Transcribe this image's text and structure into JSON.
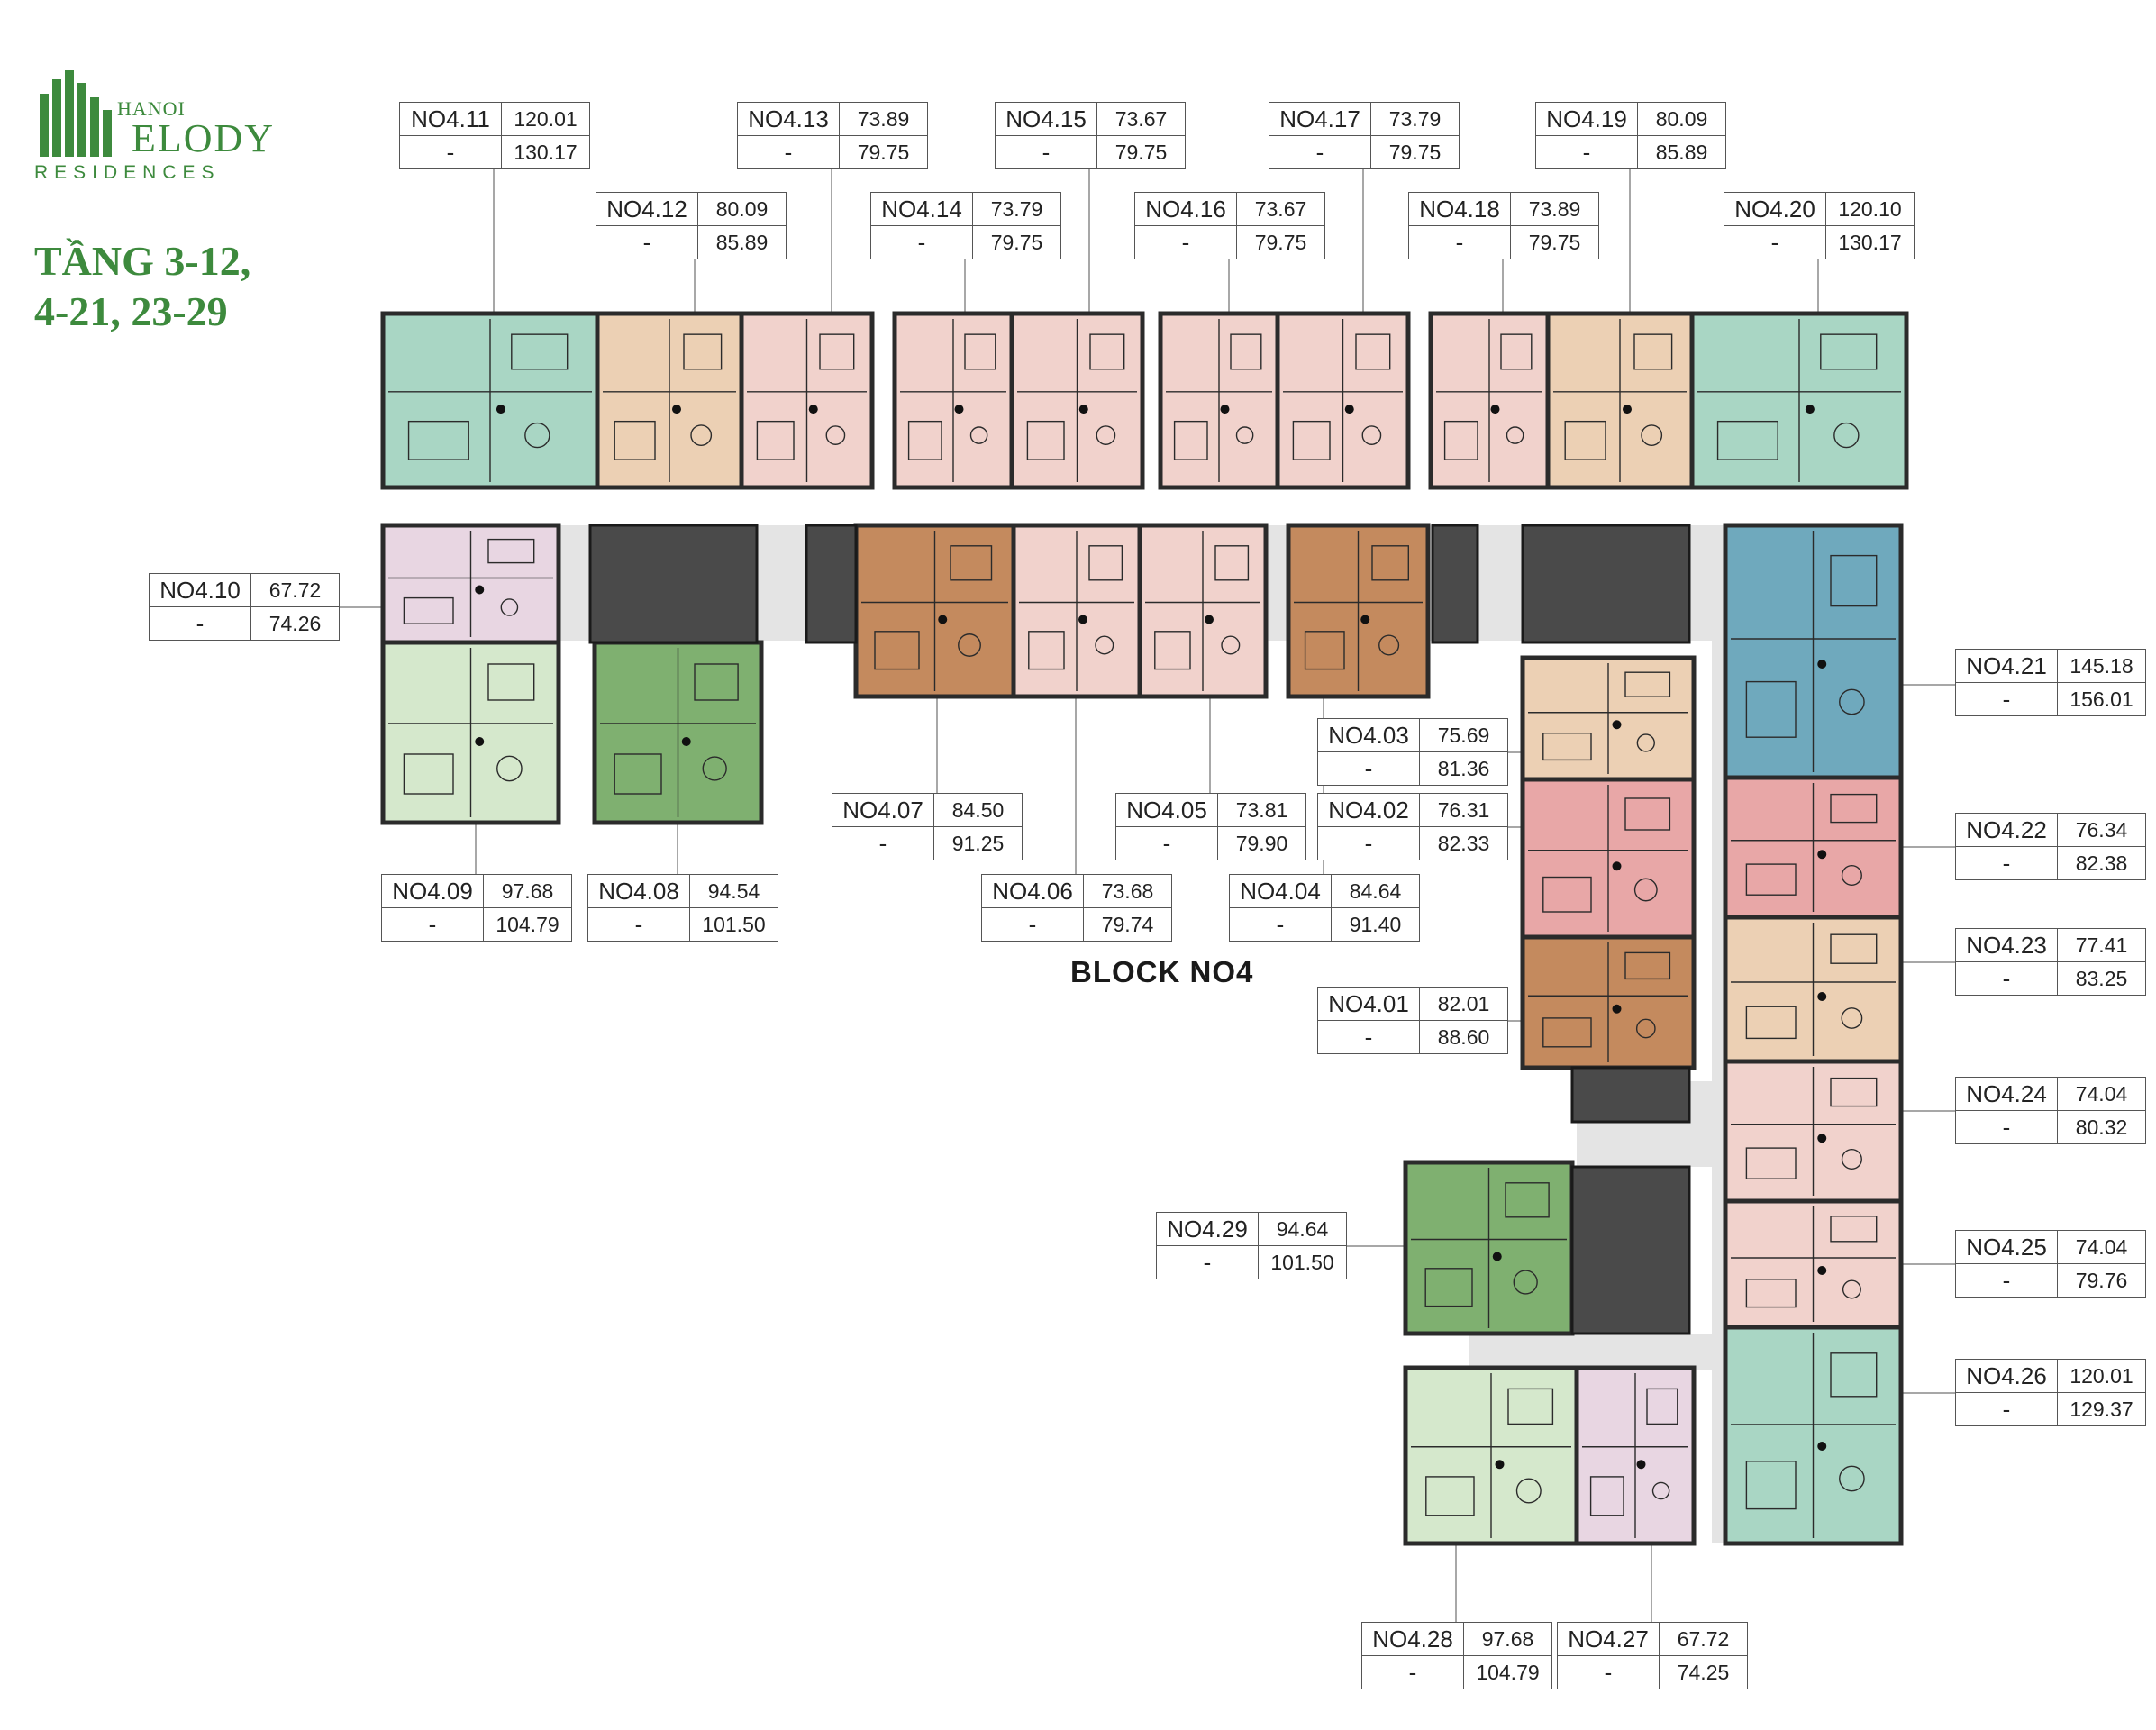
{
  "brand": {
    "hanoi": "HANOI",
    "melody": "ELODY",
    "residences": "RESIDENCES"
  },
  "floor_title_line1": "TẦNG 3-12,",
  "floor_title_line2": "4-21, 23-29",
  "block_title": "BLOCK NO4",
  "colors": {
    "mint": "#a9d6c4",
    "peach": "#ecd0b4",
    "pink": "#f1d2cc",
    "lilac": "#e8d6e2",
    "lightgreen": "#d5e8cc",
    "green": "#7fb070",
    "brown": "#c48a5e",
    "blue": "#6fa9bd",
    "rose": "#e8a7a7",
    "core": "#4a4a4a",
    "corridor": "#e4e4e4",
    "brand": "#3d8a3d"
  },
  "units": [
    {
      "code": "NO4.11",
      "area1": "120.01",
      "dash": "-",
      "area2": "130.17"
    },
    {
      "code": "NO4.13",
      "area1": "73.89",
      "dash": "-",
      "area2": "79.75"
    },
    {
      "code": "NO4.15",
      "area1": "73.67",
      "dash": "-",
      "area2": "79.75"
    },
    {
      "code": "NO4.17",
      "area1": "73.79",
      "dash": "-",
      "area2": "79.75"
    },
    {
      "code": "NO4.19",
      "area1": "80.09",
      "dash": "-",
      "area2": "85.89"
    },
    {
      "code": "NO4.12",
      "area1": "80.09",
      "dash": "-",
      "area2": "85.89"
    },
    {
      "code": "NO4.14",
      "area1": "73.79",
      "dash": "-",
      "area2": "79.75"
    },
    {
      "code": "NO4.16",
      "area1": "73.67",
      "dash": "-",
      "area2": "79.75"
    },
    {
      "code": "NO4.18",
      "area1": "73.89",
      "dash": "-",
      "area2": "79.75"
    },
    {
      "code": "NO4.20",
      "area1": "120.10",
      "dash": "-",
      "area2": "130.17"
    },
    {
      "code": "NO4.10",
      "area1": "67.72",
      "dash": "-",
      "area2": "74.26"
    },
    {
      "code": "NO4.21",
      "area1": "145.18",
      "dash": "-",
      "area2": "156.01"
    },
    {
      "code": "NO4.03",
      "area1": "75.69",
      "dash": "-",
      "area2": "81.36"
    },
    {
      "code": "NO4.07",
      "area1": "84.50",
      "dash": "-",
      "area2": "91.25"
    },
    {
      "code": "NO4.05",
      "area1": "73.81",
      "dash": "-",
      "area2": "79.90"
    },
    {
      "code": "NO4.02",
      "area1": "76.31",
      "dash": "-",
      "area2": "82.33"
    },
    {
      "code": "NO4.22",
      "area1": "76.34",
      "dash": "-",
      "area2": "82.38"
    },
    {
      "code": "NO4.09",
      "area1": "97.68",
      "dash": "-",
      "area2": "104.79"
    },
    {
      "code": "NO4.08",
      "area1": "94.54",
      "dash": "-",
      "area2": "101.50"
    },
    {
      "code": "NO4.06",
      "area1": "73.68",
      "dash": "-",
      "area2": "79.74"
    },
    {
      "code": "NO4.04",
      "area1": "84.64",
      "dash": "-",
      "area2": "91.40"
    },
    {
      "code": "NO4.23",
      "area1": "77.41",
      "dash": "-",
      "area2": "83.25"
    },
    {
      "code": "NO4.01",
      "area1": "82.01",
      "dash": "-",
      "area2": "88.60"
    },
    {
      "code": "NO4.24",
      "area1": "74.04",
      "dash": "-",
      "area2": "80.32"
    },
    {
      "code": "NO4.29",
      "area1": "94.64",
      "dash": "-",
      "area2": "101.50"
    },
    {
      "code": "NO4.25",
      "area1": "74.04",
      "dash": "-",
      "area2": "79.76"
    },
    {
      "code": "NO4.26",
      "area1": "120.01",
      "dash": "-",
      "area2": "129.37"
    },
    {
      "code": "NO4.28",
      "area1": "97.68",
      "dash": "-",
      "area2": "104.79"
    },
    {
      "code": "NO4.27",
      "area1": "67.72",
      "dash": "-",
      "area2": "74.25"
    }
  ]
}
